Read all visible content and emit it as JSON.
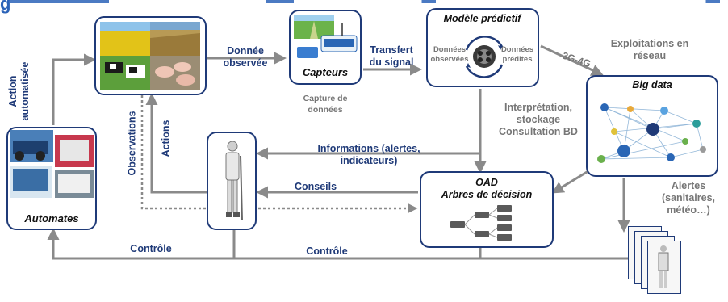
{
  "header": {
    "title_fragment": "g"
  },
  "colors": {
    "navy": "#1f3a78",
    "arrow_gray": "#8a8a8a",
    "label_gray": "#767676",
    "title_blue": "#2b63b8"
  },
  "nodes": {
    "capteurs": "Capteurs",
    "capture": "Capture de données",
    "modele": "Modèle prédictif",
    "donnees_obs": "Données observées",
    "donnees_pred": "Données prédites",
    "bigdata": "Big data",
    "oad_line1": "OAD",
    "oad_line2": "Arbres de décision",
    "automates": "Automates"
  },
  "edges": {
    "donnee_observee": "Donnée observée",
    "transfert": "Transfert du signal",
    "net": "3G-4G",
    "exploitations": "Exploitations en réseau",
    "interpretation": "Interprétation, stockage Consultation BD",
    "informations": "Informations (alertes, indicateurs)",
    "conseils": "Conseils",
    "alertes": "Alertes (sanitaires, météo…)",
    "controle1": "Contrôle",
    "controle2": "Contrôle",
    "action_auto": "Action automatisée",
    "observations": "Observations",
    "actions": "Actions"
  }
}
